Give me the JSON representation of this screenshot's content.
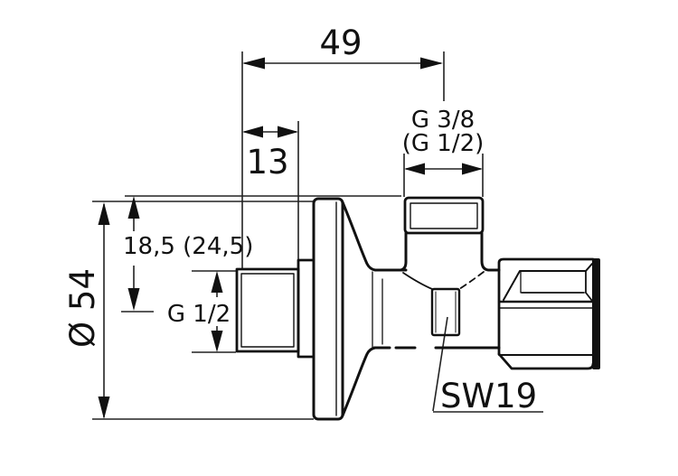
{
  "drawing": {
    "type": "technical-dimension-drawing",
    "subject": "angle-valve-side-view",
    "ink_color": "#111111",
    "background_color": "#ffffff",
    "dimensions": {
      "total_width": "49",
      "inlet_thread_length": "13",
      "wall_offset": "18,5 (24,5)",
      "flange_diameter": "Ø 54",
      "inlet_thread_size": "G 1/2",
      "outlet_top_thread_size": "G 3/8",
      "outlet_top_thread_size_alt": "(G 1/2)",
      "wrench_size": "SW19"
    }
  }
}
